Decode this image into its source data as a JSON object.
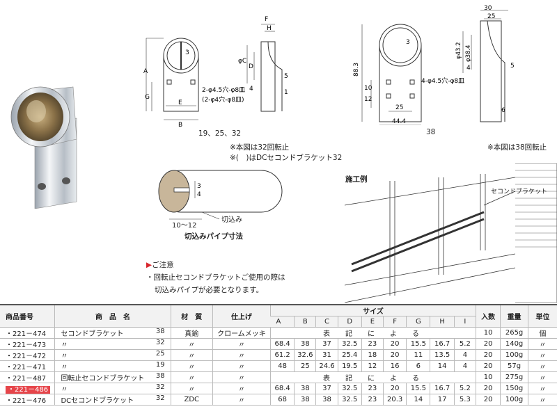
{
  "photo": {
    "alt": "second-bracket-photo"
  },
  "drawing1": {
    "caption": "19、25、32",
    "labels": {
      "F": "F",
      "H": "H",
      "C": "φC",
      "D": "D",
      "A": "A",
      "G": "G",
      "E": "E",
      "B": "B",
      "three": "3",
      "four": "4",
      "five": "5",
      "one": "1",
      "holes1": "2-φ4.5穴-φ8皿",
      "holes2": "(2-φ4穴-φ8皿)"
    },
    "notes": [
      "※本図は32回転止",
      "※(　)はDCセコンドブラケット32"
    ]
  },
  "drawing2": {
    "caption": "38",
    "labels": {
      "w30": "30",
      "w25": "25",
      "d432": "φ43.2",
      "d384": "φ38.4",
      "h883": "88.3",
      "v10": "10",
      "v12": "12",
      "w25b": "25",
      "w444": "44.4",
      "three": "3",
      "four": "4",
      "five": "5",
      "six": "6",
      "holes": "4-φ4.5穴-φ8皿"
    },
    "note": "※本図は38回転止"
  },
  "pipe": {
    "dim1": "3",
    "dim2": "4",
    "cut_label": "切込み",
    "len": "10～12",
    "caption": "切込みパイプ寸法"
  },
  "install": {
    "title": "施工例",
    "label": "セコンドブラケット"
  },
  "caution": {
    "title": "ご注意",
    "line1": "・回転止セコンドブラケットご使用の際は",
    "line2": "切込みパイプが必要となります。"
  },
  "table": {
    "headers": {
      "code": "商品番号",
      "name": "商　品　名",
      "material": "材　質",
      "finish": "仕上げ",
      "size": "サイズ",
      "qty": "入数",
      "weight": "重量",
      "unit": "単位",
      "size_cols": [
        "A",
        "B",
        "C",
        "D",
        "E",
        "F",
        "G",
        "H",
        "I"
      ]
    },
    "rows": [
      {
        "code": "・221－474",
        "name": "セコンドブラケット",
        "sz": "38",
        "mat": "真鍮",
        "fin": "クロームメッキ",
        "vals": [],
        "note": "表　記　に　よ　る",
        "qty": "10",
        "wt": "265g",
        "unit": "個"
      },
      {
        "code": "・221－473",
        "name": "〃",
        "sz": "32",
        "mat": "〃",
        "fin": "〃",
        "vals": [
          "68.4",
          "38",
          "37",
          "32.5",
          "23",
          "20",
          "15.5",
          "16.7",
          "5.2"
        ],
        "qty": "20",
        "wt": "140g",
        "unit": "〃"
      },
      {
        "code": "・221－472",
        "name": "〃",
        "sz": "25",
        "mat": "〃",
        "fin": "〃",
        "vals": [
          "61.2",
          "32.6",
          "31",
          "25.4",
          "18",
          "20",
          "11",
          "13.5",
          "4"
        ],
        "qty": "20",
        "wt": "100g",
        "unit": "〃"
      },
      {
        "code": "・221－471",
        "name": "〃",
        "sz": "19",
        "mat": "〃",
        "fin": "〃",
        "vals": [
          "48",
          "25",
          "24.6",
          "19.5",
          "12",
          "16",
          "6",
          "14",
          "4"
        ],
        "qty": "20",
        "wt": "57g",
        "unit": "〃"
      },
      {
        "code": "・221－487",
        "name": "回転止セコンドブラケット",
        "sz": "38",
        "mat": "〃",
        "fin": "〃",
        "vals": [],
        "note": "表　記　に　よ　る",
        "qty": "10",
        "wt": "275g",
        "unit": "〃"
      },
      {
        "code": "・221－486",
        "name": "〃",
        "sz": "32",
        "mat": "〃",
        "fin": "〃",
        "vals": [
          "68.4",
          "38",
          "37",
          "32.5",
          "23",
          "20",
          "15.5",
          "16.7",
          "5.2"
        ],
        "qty": "20",
        "wt": "150g",
        "unit": "〃",
        "highlight": true
      },
      {
        "code": "・221－476",
        "name": "DCセコンドブラケット",
        "sz": "32",
        "mat": "ZDC",
        "fin": "〃",
        "vals": [
          "68",
          "38",
          "38",
          "32.5",
          "23",
          "20.3",
          "14",
          "17",
          "5.3"
        ],
        "qty": "20",
        "wt": "100g",
        "unit": "〃"
      }
    ]
  }
}
